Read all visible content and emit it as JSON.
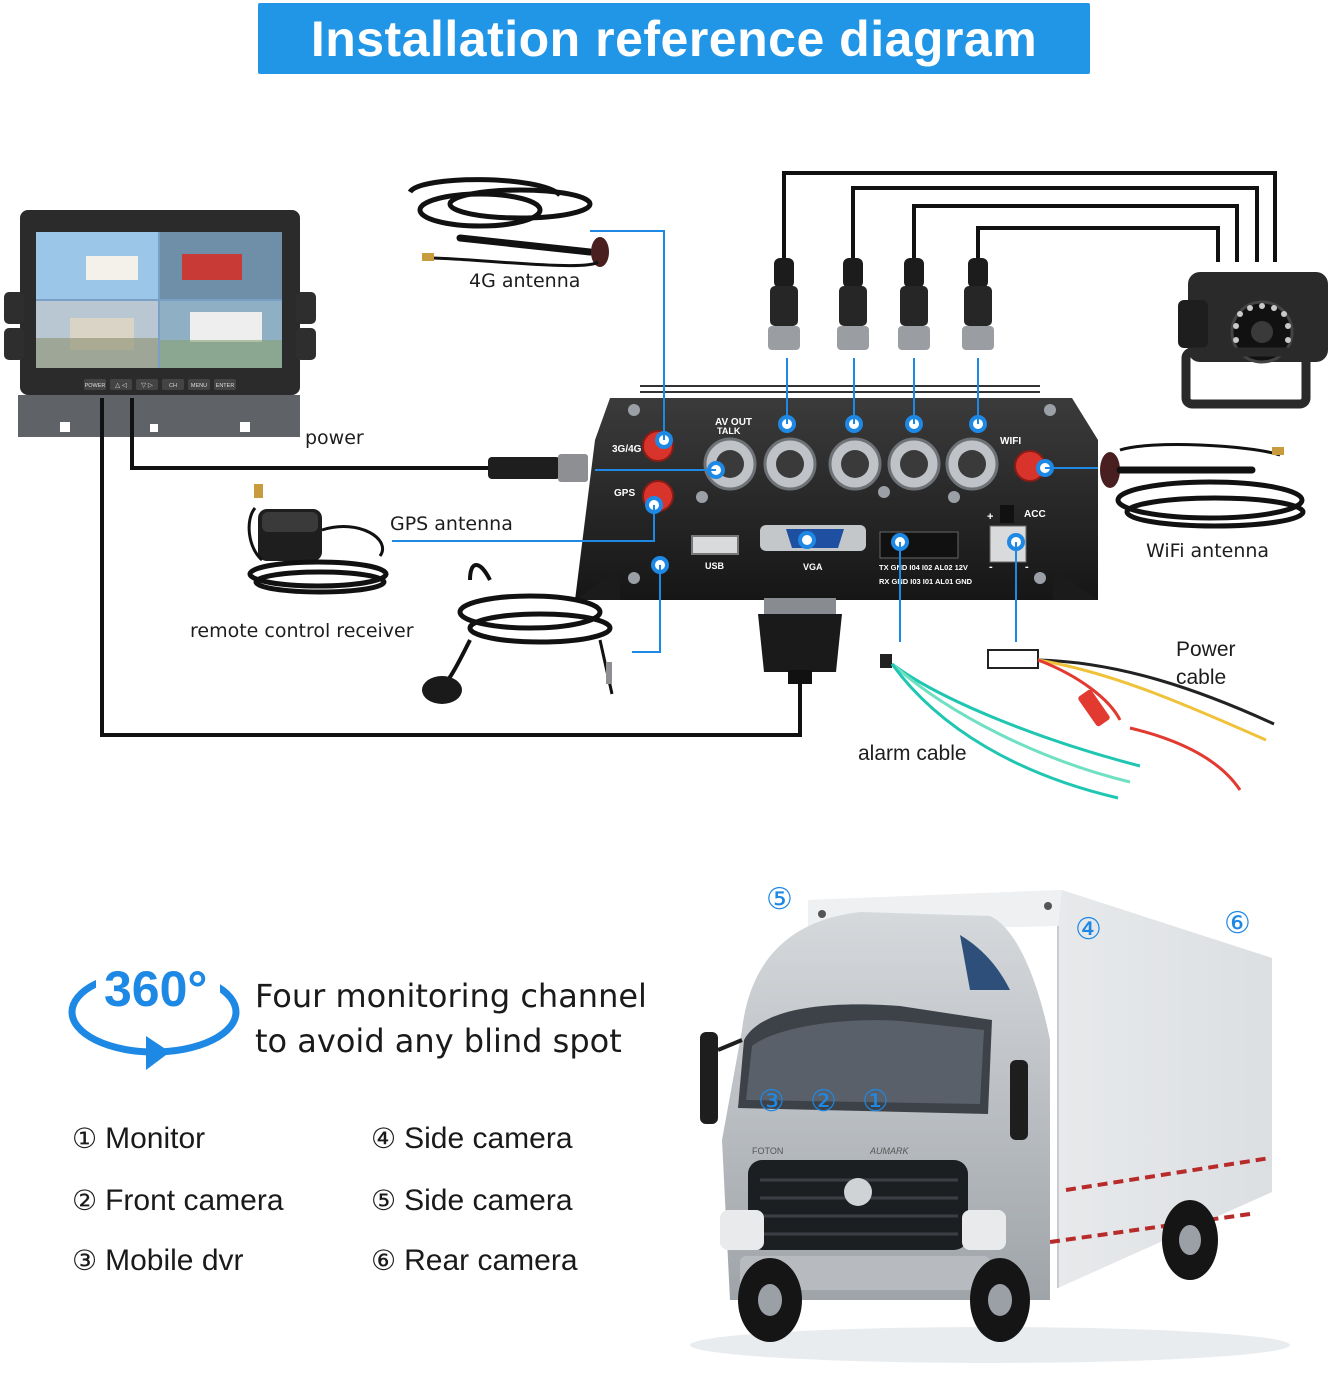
{
  "title": "Installation reference diagram",
  "components": {
    "antenna_4g": "4G antenna",
    "power": "power",
    "gps_antenna": "GPS antenna",
    "remote_receiver": "remote control receiver",
    "wifi_antenna": "WiFi antenna",
    "power_cable_line1": "Power",
    "power_cable_line2": "cable",
    "alarm_cable": "alarm cable"
  },
  "dvr_ports": {
    "p3g4g": "3G/4G",
    "gps": "GPS",
    "av_out": "AV OUT",
    "talk": "TALK",
    "wifi": "WIFI",
    "usb": "USB",
    "vga": "VGA",
    "acc": "ACC",
    "plus": "+",
    "minus": "-",
    "io_top": "TX GND I04 I02 AL02 12V",
    "io_bottom": "RX GND I03 I01 AL01 GND"
  },
  "monitor_buttons": [
    "POWER",
    "△ ◁",
    "▽ ▷",
    "CH",
    "MENU",
    "ENTER"
  ],
  "truck_text": {
    "brand": "FOTON",
    "model": "AUMARK"
  },
  "badge": {
    "big": "360°"
  },
  "slogan": {
    "line1": "Four monitoring channel",
    "line2": "to avoid any blind spot"
  },
  "legend": [
    {
      "num": "①",
      "label": "Monitor"
    },
    {
      "num": "②",
      "label": "Front camera"
    },
    {
      "num": "③",
      "label": "Mobile dvr"
    },
    {
      "num": "④",
      "label": "Side camera"
    },
    {
      "num": "⑤",
      "label": "Side camera"
    },
    {
      "num": "⑥",
      "label": "Rear camera"
    }
  ],
  "truck_markers": [
    "①",
    "②",
    "③",
    "④",
    "⑤",
    "⑥"
  ],
  "colors": {
    "accent": "#2196e6",
    "marker": "#1e88e5",
    "cable": "#111111",
    "antenna_jack": "#d9342b"
  }
}
